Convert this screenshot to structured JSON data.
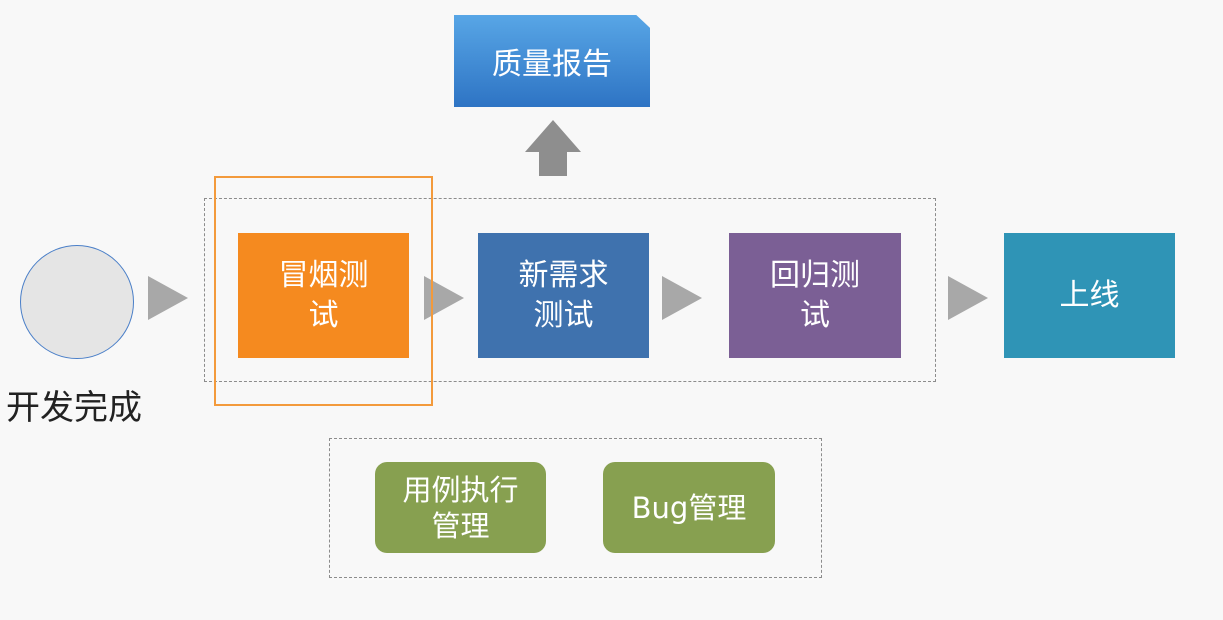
{
  "report": {
    "label": "质量报告"
  },
  "start": {
    "label": "开发完成"
  },
  "stages": [
    {
      "label": "冒烟测\n试",
      "color": "#f58a1f"
    },
    {
      "label": "新需求\n测试",
      "color": "#3f72ae"
    },
    {
      "label": "回归测\n试",
      "color": "#7b5f95"
    },
    {
      "label": "上线",
      "color": "#2f94b6"
    }
  ],
  "tools": [
    {
      "label": "用例执行\n管理"
    },
    {
      "label": "Bug管理"
    }
  ],
  "colors": {
    "arrow": "#a8a8a8",
    "report": "#3d86d3",
    "tool": "#87a050",
    "highlight": "#f39a3c"
  }
}
